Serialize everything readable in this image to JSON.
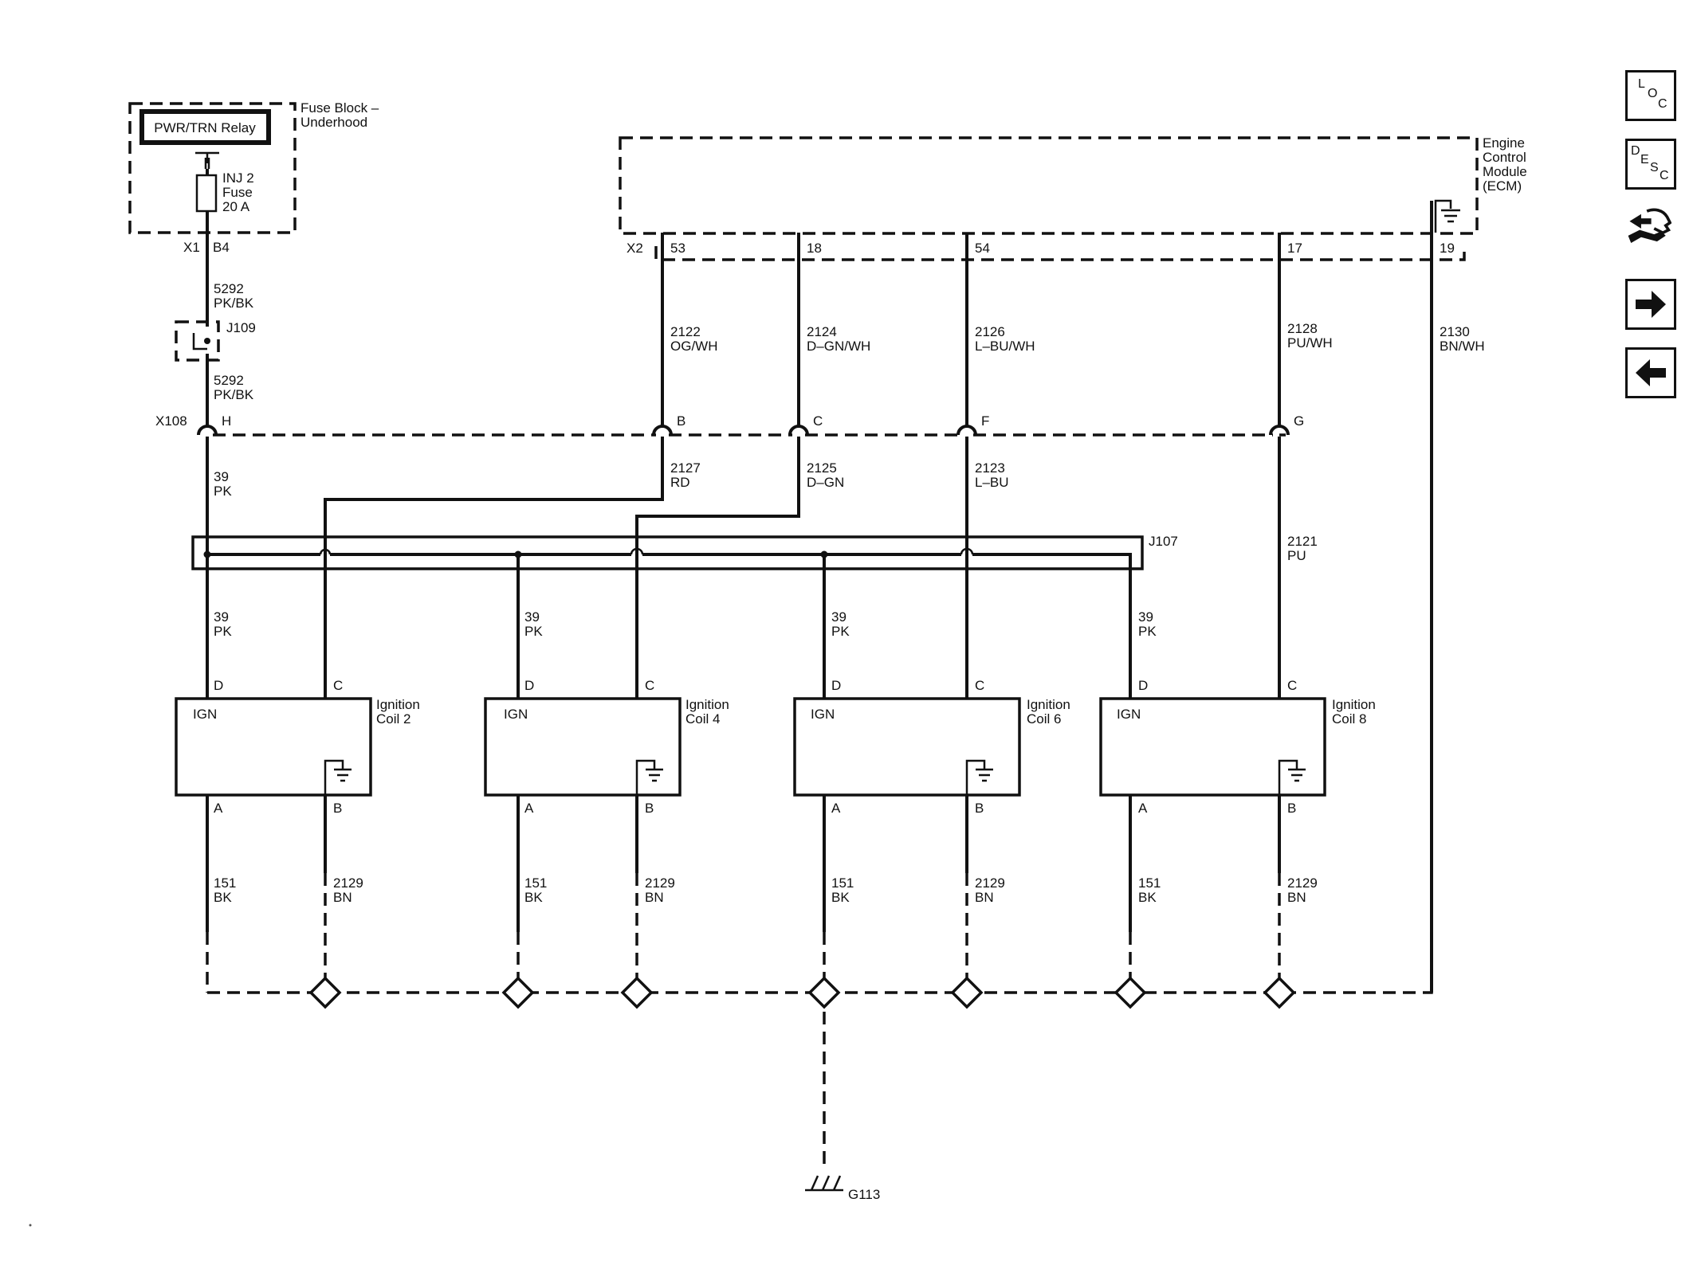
{
  "fuse_block": {
    "label_line1": "Fuse Block –",
    "label_line2": "Underhood",
    "relay": "PWR/TRN Relay",
    "fuse_line1": "INJ 2",
    "fuse_line2": "Fuse",
    "fuse_line3": "20 A",
    "conn": "X1",
    "pin": "B4"
  },
  "ecm": {
    "line1": "Engine",
    "line2": "Control",
    "line3": "Module",
    "line4": "(ECM)",
    "conn": "X2",
    "pins": [
      "53",
      "18",
      "54",
      "17",
      "19"
    ]
  },
  "splice_j109": "J109",
  "splice_j107": "J107",
  "connector_x108": {
    "name": "X108",
    "pins": [
      "H",
      "B",
      "C",
      "F",
      "G"
    ]
  },
  "wires": {
    "w5292a": {
      "num": "5292",
      "color": "PK/BK"
    },
    "w5292b": {
      "num": "5292",
      "color": "PK/BK"
    },
    "w2122": {
      "num": "2122",
      "color": "OG/WH"
    },
    "w2124": {
      "num": "2124",
      "color": "D–GN/WH"
    },
    "w2126": {
      "num": "2126",
      "color": "L–BU/WH"
    },
    "w2128": {
      "num": "2128",
      "color": "PU/WH"
    },
    "w2130": {
      "num": "2130",
      "color": "BN/WH"
    },
    "w39": {
      "num": "39",
      "color": "PK"
    },
    "w2127": {
      "num": "2127",
      "color": "RD"
    },
    "w2125": {
      "num": "2125",
      "color": "D–GN"
    },
    "w2123": {
      "num": "2123",
      "color": "L–BU"
    },
    "w2121": {
      "num": "2121",
      "color": "PU"
    }
  },
  "coils": [
    {
      "name_line1": "Ignition",
      "name_line2": "Coil 2",
      "ign": "IGN",
      "pin_d": "D",
      "pin_c": "C",
      "pin_a": "A",
      "pin_b": "B",
      "feed_num": "39",
      "feed_color": "PK",
      "a_num": "151",
      "a_color": "BK",
      "b_num": "2129",
      "b_color": "BN"
    },
    {
      "name_line1": "Ignition",
      "name_line2": "Coil 4",
      "ign": "IGN",
      "pin_d": "D",
      "pin_c": "C",
      "pin_a": "A",
      "pin_b": "B",
      "feed_num": "39",
      "feed_color": "PK",
      "a_num": "151",
      "a_color": "BK",
      "b_num": "2129",
      "b_color": "BN"
    },
    {
      "name_line1": "Ignition",
      "name_line2": "Coil 6",
      "ign": "IGN",
      "pin_d": "D",
      "pin_c": "C",
      "pin_a": "A",
      "pin_b": "B",
      "feed_num": "39",
      "feed_color": "PK",
      "a_num": "151",
      "a_color": "BK",
      "b_num": "2129",
      "b_color": "BN"
    },
    {
      "name_line1": "Ignition",
      "name_line2": "Coil 8",
      "ign": "IGN",
      "pin_d": "D",
      "pin_c": "C",
      "pin_a": "A",
      "pin_b": "B",
      "feed_num": "39",
      "feed_color": "PK",
      "a_num": "151",
      "a_color": "BK",
      "b_num": "2129",
      "b_color": "BN"
    }
  ],
  "ground": "G113",
  "nav": {
    "loc": [
      "L",
      "O",
      "C"
    ],
    "desc": [
      "D",
      "E",
      "S",
      "C"
    ]
  },
  "icons": [
    "loc-icon",
    "desc-icon",
    "connector-tool-icon",
    "next-arrow-icon",
    "previous-arrow-icon"
  ]
}
